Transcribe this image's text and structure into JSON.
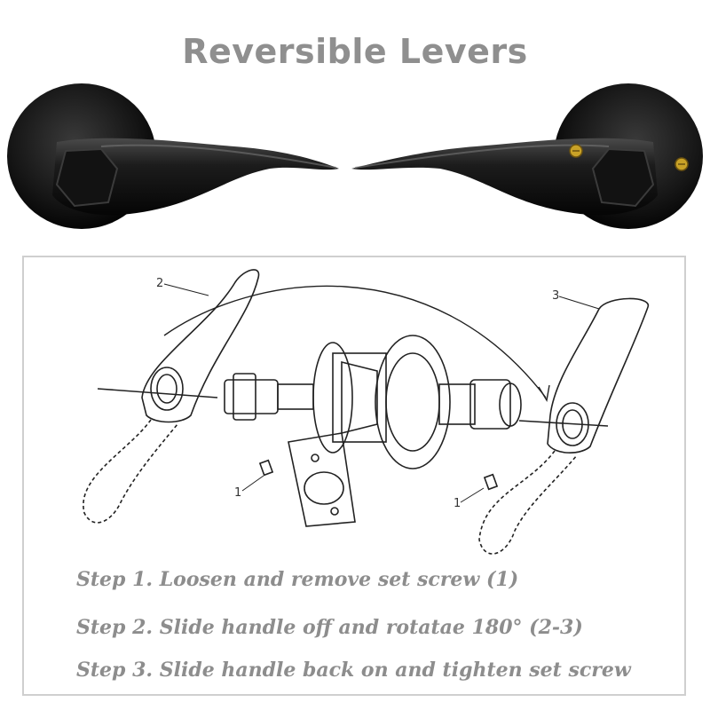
{
  "title": "Reversible Levers",
  "callouts": {
    "screw_left": "1",
    "screw_right": "1",
    "handle_before": "2",
    "handle_after": "3"
  },
  "steps": [
    "Step 1. Loosen and remove set screw (1)",
    "Step 2. Slide handle off and rotatae 180° (2-3)",
    "Step 3. Slide handle back on and tighten set screw"
  ],
  "colors": {
    "title": "#8f8f8f",
    "steps": "#8d8d8d",
    "lever_finish": "#141414",
    "border": "#cfcfcf",
    "screw": "#c9a227"
  }
}
